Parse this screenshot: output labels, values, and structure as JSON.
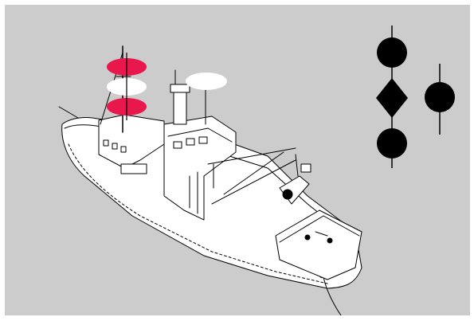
{
  "figure": {
    "subject": "vessel-engaged-in-towing-or-underwater-operations-restricted-manoeuvrability",
    "colors": {
      "background": "#cccccc",
      "outline": "#000000",
      "hull_fill": "#ffffff",
      "masthead_light_red": "#e8174c",
      "masthead_light_white": "#ffffff",
      "day_shape": "#000000"
    },
    "masthead_lights": [
      "red",
      "white",
      "red"
    ],
    "aft_light": "white",
    "day_shapes": {
      "left_column": [
        "ball",
        "diamond",
        "ball"
      ],
      "right_column": [
        "ball"
      ]
    }
  }
}
